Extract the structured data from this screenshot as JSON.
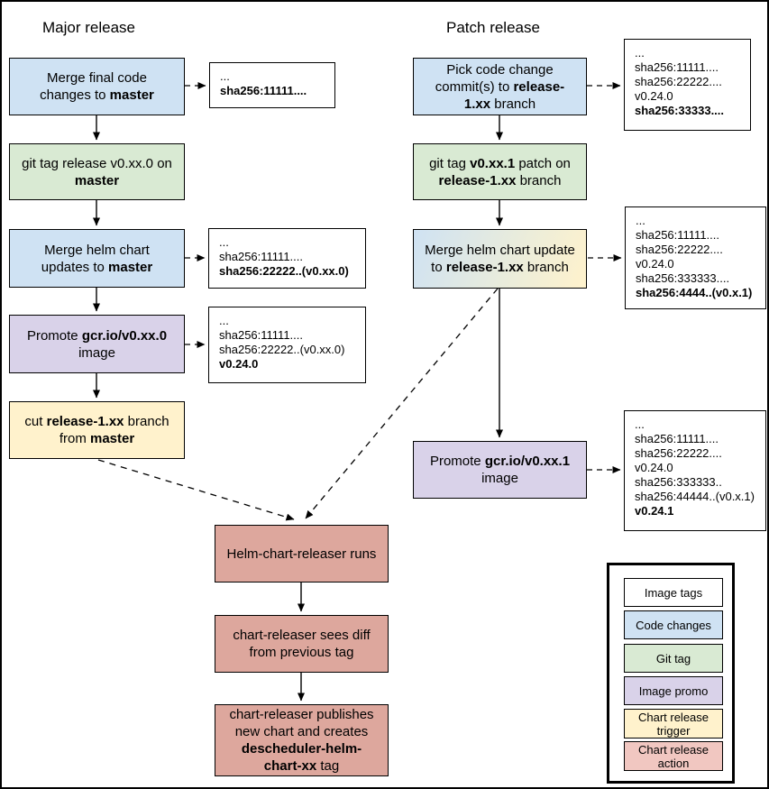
{
  "titles": {
    "major": "Major release",
    "patch": "Patch release"
  },
  "colors": {
    "code_changes": "#cfe2f3",
    "git_tag": "#d9ead3",
    "image_promo": "#d9d2e9",
    "chart_release_trigger": "#fff2cc",
    "chart_release_action": "#dda79d",
    "legend_action": "#f1c7c1",
    "image_tags": "#ffffff",
    "line": "#000000"
  },
  "nodes": {
    "major_merge_code": {
      "segments": [
        {
          "t": "Merge final code changes to "
        },
        {
          "t": "master",
          "b": true
        }
      ]
    },
    "major_git_tag": {
      "segments": [
        {
          "t": "git tag release v0.xx.0 on "
        },
        {
          "t": "master",
          "b": true
        }
      ]
    },
    "major_merge_helm": {
      "segments": [
        {
          "t": "Merge helm chart updates to "
        },
        {
          "t": "master",
          "b": true
        }
      ]
    },
    "major_promote": {
      "segments": [
        {
          "t": "Promote "
        },
        {
          "t": "gcr.io/v0.xx.0",
          "b": true
        },
        {
          "t": " image"
        }
      ]
    },
    "major_cut_branch": {
      "segments": [
        {
          "t": "cut "
        },
        {
          "t": "release-1.xx",
          "b": true
        },
        {
          "t": " branch from "
        },
        {
          "t": "master",
          "b": true
        }
      ]
    },
    "patch_pick_commit": {
      "segments": [
        {
          "t": "Pick code change commit(s) to "
        },
        {
          "t": "release-1.xx",
          "b": true
        },
        {
          "t": " branch"
        }
      ]
    },
    "patch_git_tag": {
      "segments": [
        {
          "t": "git tag "
        },
        {
          "t": "v0.xx.1",
          "b": true
        },
        {
          "t": " patch on "
        },
        {
          "t": "release-1.xx",
          "b": true
        },
        {
          "t": " branch"
        }
      ]
    },
    "patch_merge_helm": {
      "segments": [
        {
          "t": "Merge helm chart update to "
        },
        {
          "t": "release-1.xx",
          "b": true
        },
        {
          "t": " branch"
        }
      ]
    },
    "patch_promote": {
      "segments": [
        {
          "t": "Promote "
        },
        {
          "t": "gcr.io/v0.xx.1",
          "b": true
        },
        {
          "t": " image"
        }
      ]
    },
    "releaser_runs": {
      "segments": [
        {
          "t": "Helm-chart-releaser runs"
        }
      ]
    },
    "releaser_diff": {
      "segments": [
        {
          "t": "chart-releaser sees diff from previous tag"
        }
      ]
    },
    "releaser_publish": {
      "segments": [
        {
          "t": "chart-releaser publishes new chart and creates "
        },
        {
          "t": "descheduler-helm-chart-xx",
          "b": true
        },
        {
          "t": " tag"
        }
      ]
    }
  },
  "tags": {
    "major_tag1": {
      "lines": [
        {
          "t": "..."
        },
        {
          "t": "sha256:11111....",
          "b": true
        }
      ]
    },
    "major_tag2": {
      "lines": [
        {
          "t": "..."
        },
        {
          "t": "sha256:11111...."
        },
        {
          "t": "sha256:22222..(v0.xx.0)",
          "b": true
        }
      ]
    },
    "major_tag3": {
      "lines": [
        {
          "t": "..."
        },
        {
          "t": "sha256:11111...."
        },
        {
          "t": "sha256:22222..(v0.xx.0)"
        },
        {
          "t": "v0.24.0",
          "b": true
        }
      ]
    },
    "patch_tag1": {
      "lines": [
        {
          "t": "..."
        },
        {
          "t": "sha256:11111...."
        },
        {
          "t": "sha256:22222...."
        },
        {
          "t": "v0.24.0"
        },
        {
          "t": "sha256:33333....",
          "b": true
        }
      ]
    },
    "patch_tag2": {
      "lines": [
        {
          "t": "..."
        },
        {
          "t": "sha256:11111...."
        },
        {
          "t": "sha256:22222...."
        },
        {
          "t": "v0.24.0"
        },
        {
          "t": "sha256:333333...."
        },
        {
          "t": "sha256:4444..(v0.x.1)",
          "b": true
        }
      ]
    },
    "patch_tag3": {
      "lines": [
        {
          "t": "..."
        },
        {
          "t": "sha256:11111...."
        },
        {
          "t": "sha256:22222...."
        },
        {
          "t": "v0.24.0"
        },
        {
          "t": "sha256:333333.."
        },
        {
          "t": "sha256:44444..(v0.x.1)"
        },
        {
          "t": "v0.24.1",
          "b": true
        }
      ]
    }
  },
  "legend": {
    "items": [
      {
        "label": "Image tags"
      },
      {
        "label": "Code changes"
      },
      {
        "label": "Git tag"
      },
      {
        "label": "Image promo"
      },
      {
        "label": "Chart release trigger"
      },
      {
        "label": "Chart release action"
      }
    ]
  }
}
